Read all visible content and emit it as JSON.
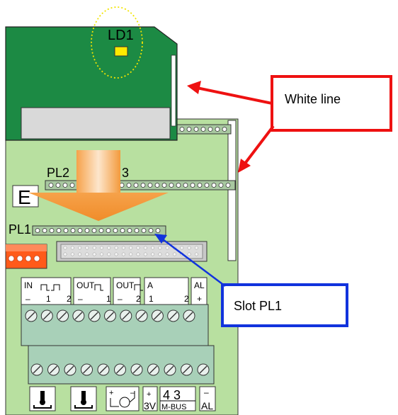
{
  "labels": {
    "ld1": "LD1",
    "pl2": "PL2",
    "pl3_fragment": "3",
    "e": "E",
    "pl1": "PL1"
  },
  "callouts": {
    "white_line": "White line",
    "slot_pl1": "Slot PL1"
  },
  "terminal_groups": [
    {
      "top": "IN",
      "bottom": [
        "–",
        "1",
        "2"
      ]
    },
    {
      "top": "OUT",
      "bottom": [
        "–",
        "1"
      ]
    },
    {
      "top": "OUT",
      "bottom": [
        "–",
        "2"
      ]
    },
    {
      "top": "A",
      "bottom": [
        "1",
        "2"
      ]
    },
    {
      "top": "AL",
      "bottom": [
        "+"
      ]
    }
  ],
  "bottom_labels": {
    "v3": "3V",
    "plus": "+",
    "mbus_digits": "4 3",
    "mbus": "M-BUS",
    "minus": "–",
    "al": "AL"
  },
  "colors": {
    "pcb_green": "#b8e0a0",
    "module_green": "#1c8a44",
    "white_line_arrow": "#ee1111",
    "slot_arrow": "#1133dd",
    "insert_arrow": "#f39a3c",
    "led_yellow": "#ffea00"
  }
}
